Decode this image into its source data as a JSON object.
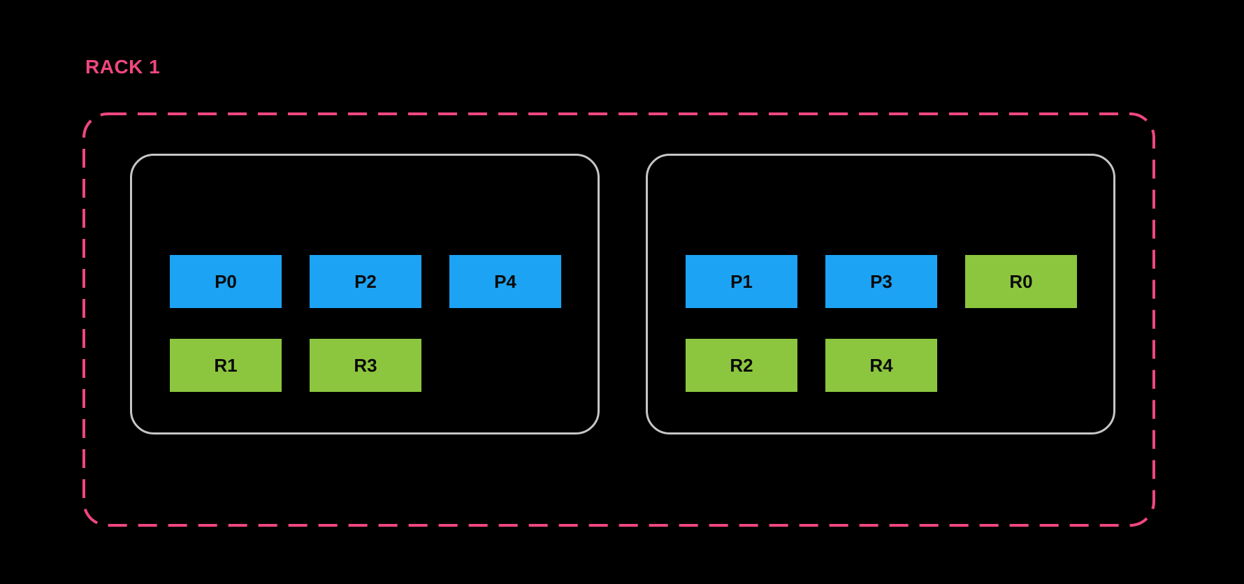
{
  "title": "RACK 1",
  "colors": {
    "background": "#000000",
    "rack_border": "#F0477E",
    "rack_title": "#F0477E",
    "node_border": "#C6C6C6",
    "process_fill": "#1CA3F4",
    "replica_fill": "#8CC63E",
    "chip_text": "#0A0A0A"
  },
  "rack": {
    "nodes": [
      {
        "rows": [
          [
            {
              "label": "P0",
              "type": "process"
            },
            {
              "label": "P2",
              "type": "process"
            },
            {
              "label": "P4",
              "type": "process"
            }
          ],
          [
            {
              "label": "R1",
              "type": "replica"
            },
            {
              "label": "R3",
              "type": "replica"
            }
          ]
        ]
      },
      {
        "rows": [
          [
            {
              "label": "P1",
              "type": "process"
            },
            {
              "label": "P3",
              "type": "process"
            },
            {
              "label": "R0",
              "type": "replica"
            }
          ],
          [
            {
              "label": "R2",
              "type": "replica"
            },
            {
              "label": "R4",
              "type": "replica"
            }
          ]
        ]
      }
    ]
  }
}
